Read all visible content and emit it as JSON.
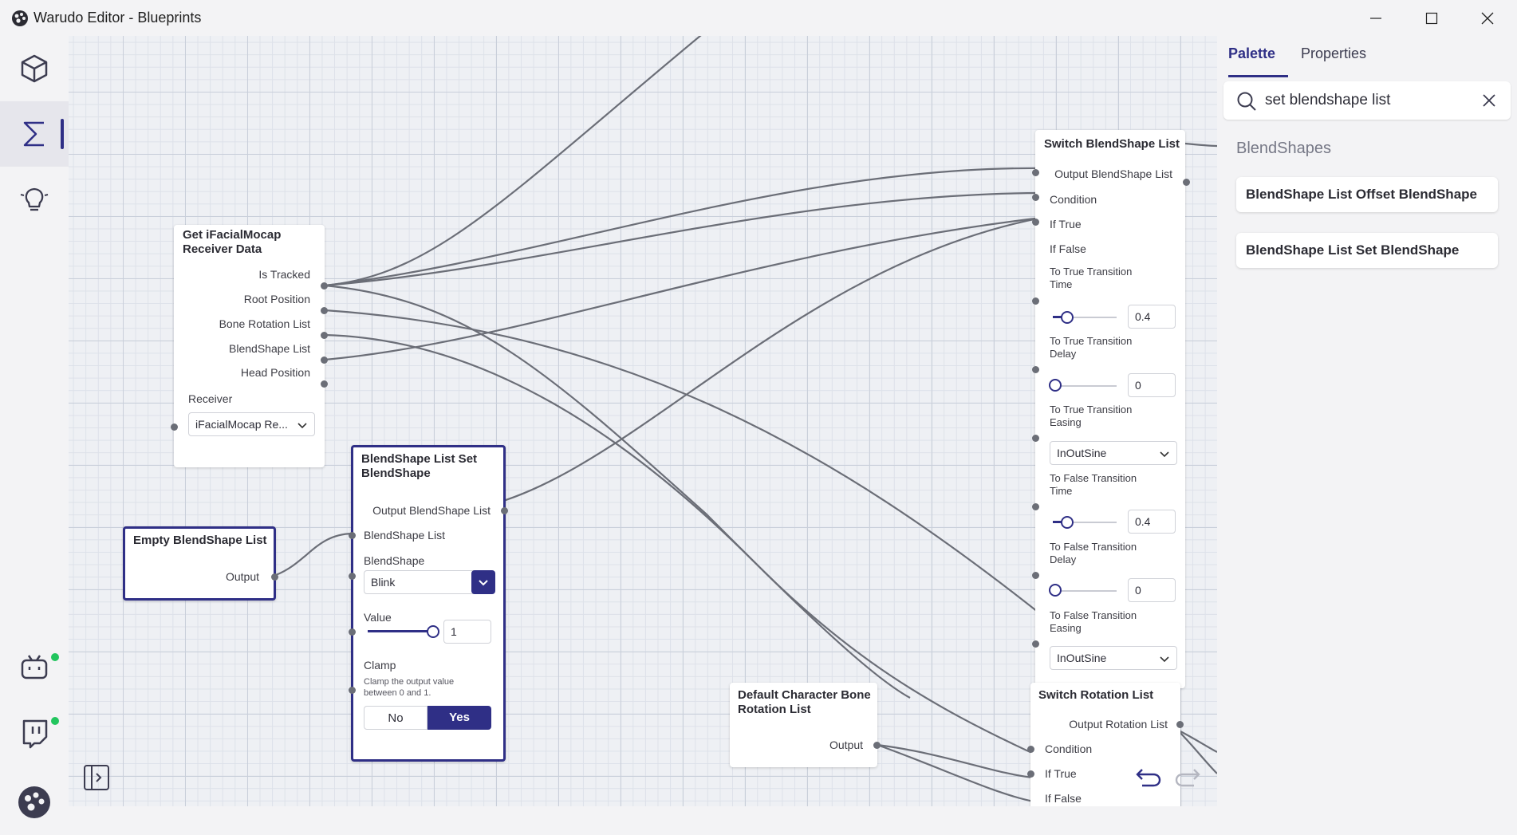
{
  "window": {
    "title": "Warudo Editor - Blueprints"
  },
  "panel": {
    "tabs": [
      "Palette",
      "Properties"
    ],
    "search": {
      "value": "set blendshape list"
    },
    "section": "BlendShapes",
    "results": [
      "BlendShape List Offset BlendShape",
      "BlendShape List Set BlendShape"
    ]
  },
  "nodes": {
    "receiver": {
      "title": "Get iFacialMocap Receiver Data",
      "outputs": [
        "Is Tracked",
        "Root Position",
        "Bone Rotation List",
        "BlendShape List",
        "Head Position"
      ],
      "receiver_label": "Receiver",
      "receiver_value": "iFacialMocap Re..."
    },
    "empty": {
      "title": "Empty BlendShape List",
      "output": "Output"
    },
    "setbs": {
      "title": "BlendShape List Set BlendShape",
      "output": "Output BlendShape List",
      "input_list": "BlendShape List",
      "blendshape_label": "BlendShape",
      "blendshape_value": "Blink",
      "value_label": "Value",
      "value": "1",
      "value_level": 1,
      "clamp_label": "Clamp",
      "clamp_desc": "Clamp the output value between 0 and 1.",
      "clamp_no": "No",
      "clamp_yes": "Yes"
    },
    "switchbs": {
      "title": "Switch BlendShape List",
      "output": "Output BlendShape List",
      "condition": "Condition",
      "if_true": "If True",
      "if_false": "If False",
      "tt_time_label": "To True Transition Time",
      "tt_time": "0.4",
      "tt_delay_label": "To True Transition Delay",
      "tt_delay": "0",
      "tt_easing_label": "To True Transition Easing",
      "tt_easing": "InOutSine",
      "tf_time_label": "To False Transition Time",
      "tf_time": "0.4",
      "tf_delay_label": "To False Transition Delay",
      "tf_delay": "0",
      "tf_easing_label": "To False Transition Easing",
      "tf_easing": "InOutSine"
    },
    "defrot": {
      "title": "Default Character Bone Rotation List",
      "output": "Output"
    },
    "switchrot": {
      "title": "Switch Rotation List",
      "output": "Output Rotation List",
      "condition": "Condition",
      "if_true": "If True",
      "if_false": "If False"
    }
  },
  "colors": {
    "accent": "#2f2f86",
    "wire": "#6b6e77",
    "online": "#22c55e"
  }
}
